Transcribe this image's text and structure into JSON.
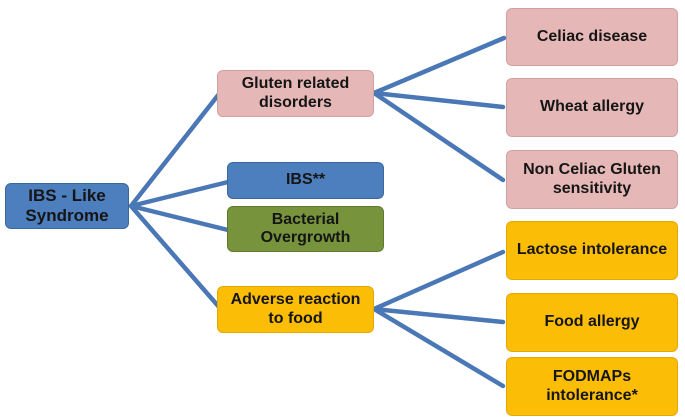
{
  "diagram_title": "IBS - Like Syndrome differential diagram",
  "colors": {
    "node_blue": "#4d7ebd",
    "node_pink": "#e5b8b7",
    "node_green": "#77943c",
    "node_yellow": "#fcbd07",
    "connector_blue": "#4a77b5",
    "text": "#151515",
    "background": "#ffffff"
  },
  "nodes": {
    "root": {
      "label": "IBS - Like Syndrome",
      "color": "blue"
    },
    "gluten": {
      "label": "Gluten related disorders",
      "color": "pink"
    },
    "ibs": {
      "label": "IBS**",
      "color": "blue"
    },
    "bacterial": {
      "label": "Bacterial Overgrowth",
      "color": "green"
    },
    "adverse": {
      "label": "Adverse reaction to food",
      "color": "yellow"
    },
    "celiac": {
      "label": "Celiac disease",
      "color": "pink"
    },
    "wheat": {
      "label": "Wheat allergy",
      "color": "pink"
    },
    "ncgs": {
      "label": "Non Celiac Gluten sensitivity",
      "color": "pink"
    },
    "lactose": {
      "label": "Lactose intolerance",
      "color": "yellow"
    },
    "food": {
      "label": "Food allergy",
      "color": "yellow"
    },
    "fodmaps": {
      "label": "FODMAPs intolerance*",
      "color": "yellow"
    }
  },
  "edges": [
    {
      "from": "root",
      "to": "gluten"
    },
    {
      "from": "root",
      "to": "ibs"
    },
    {
      "from": "root",
      "to": "bacterial"
    },
    {
      "from": "root",
      "to": "adverse"
    },
    {
      "from": "gluten",
      "to": "celiac"
    },
    {
      "from": "gluten",
      "to": "wheat"
    },
    {
      "from": "gluten",
      "to": "ncgs"
    },
    {
      "from": "adverse",
      "to": "lactose"
    },
    {
      "from": "adverse",
      "to": "food"
    },
    {
      "from": "adverse",
      "to": "fodmaps"
    }
  ]
}
